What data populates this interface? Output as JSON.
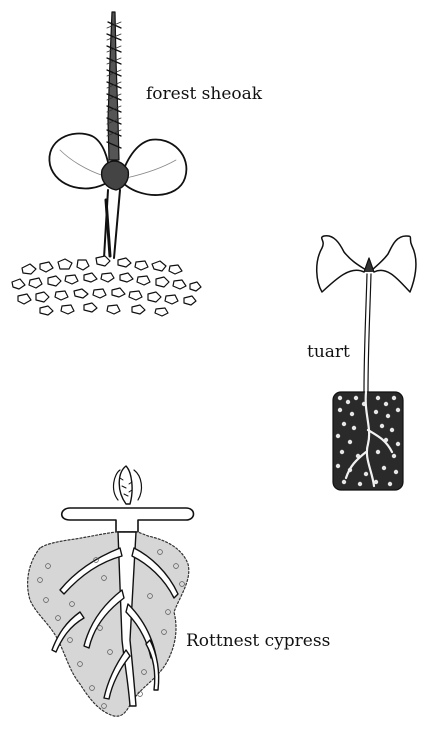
{
  "seedlings": [
    {
      "label": "forest sheoak"
    },
    {
      "label": "tuart"
    },
    {
      "label": "Rottnest cypress"
    }
  ],
  "colors": {
    "ink": "#111111",
    "paper": "#ffffff"
  }
}
